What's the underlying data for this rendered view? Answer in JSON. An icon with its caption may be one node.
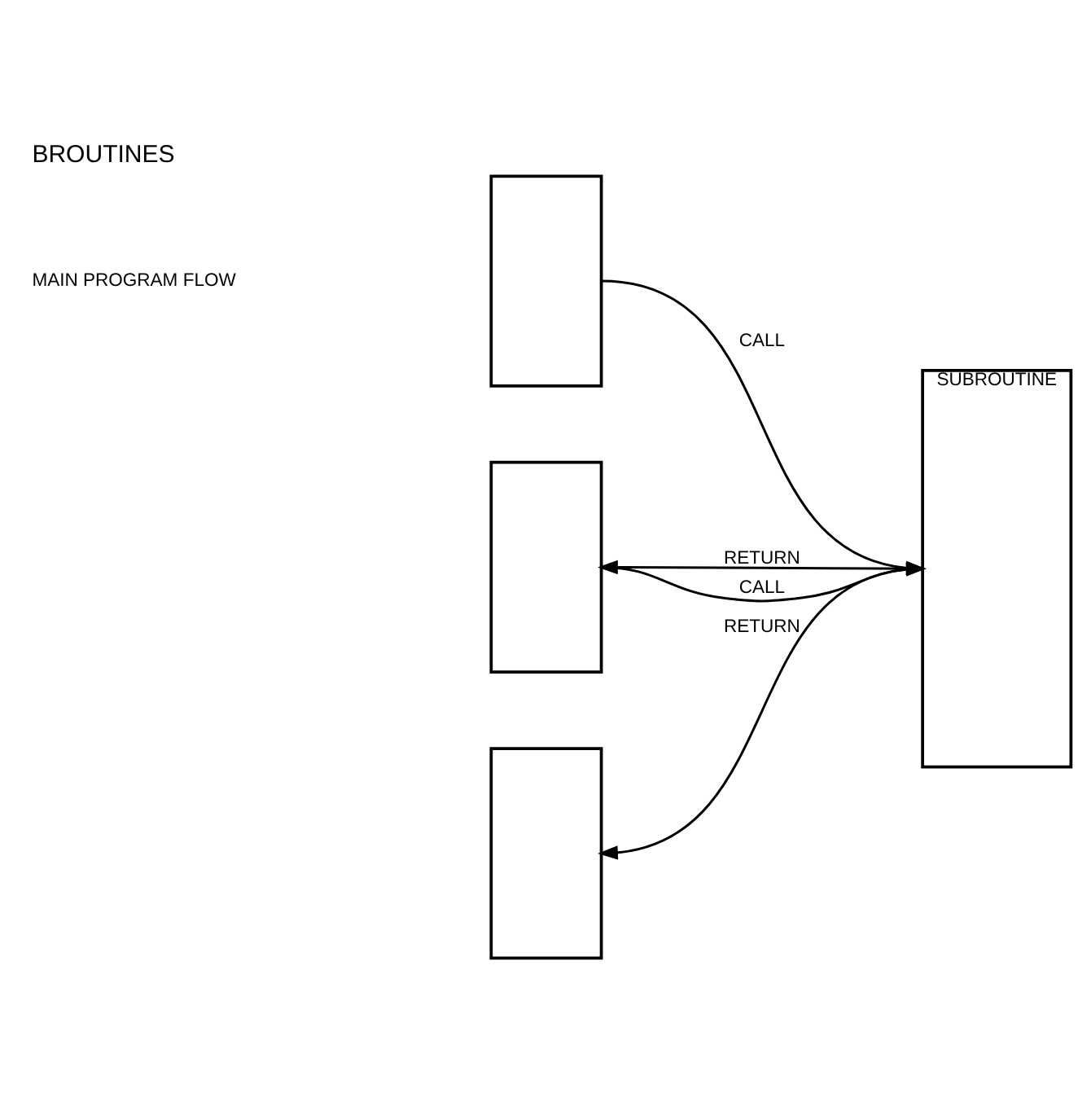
{
  "diagram": {
    "title": "BROUTINES",
    "nodes": [
      {
        "text": [],
        "shape": "box"
      },
      {
        "text": [],
        "shape": "box"
      },
      {
        "text": [],
        "shape": "box"
      },
      {
        "text": [
          "SUBROUTINE"
        ]
      }
    ],
    "edges": [
      {
        "from": 0,
        "to": 3,
        "arrow": "to",
        "label": "CALL"
      },
      {
        "from": 3,
        "to": 1,
        "arrow": "to",
        "label": "RETURN"
      },
      {
        "from": 1,
        "to": 3,
        "arrow": "to",
        "label": "CALL"
      },
      {
        "from": 3,
        "to": 2,
        "arrow": "to",
        "label": "RETURN"
      }
    ],
    "labels": [
      "MAIN PROGRAM FLOW"
    ]
  }
}
